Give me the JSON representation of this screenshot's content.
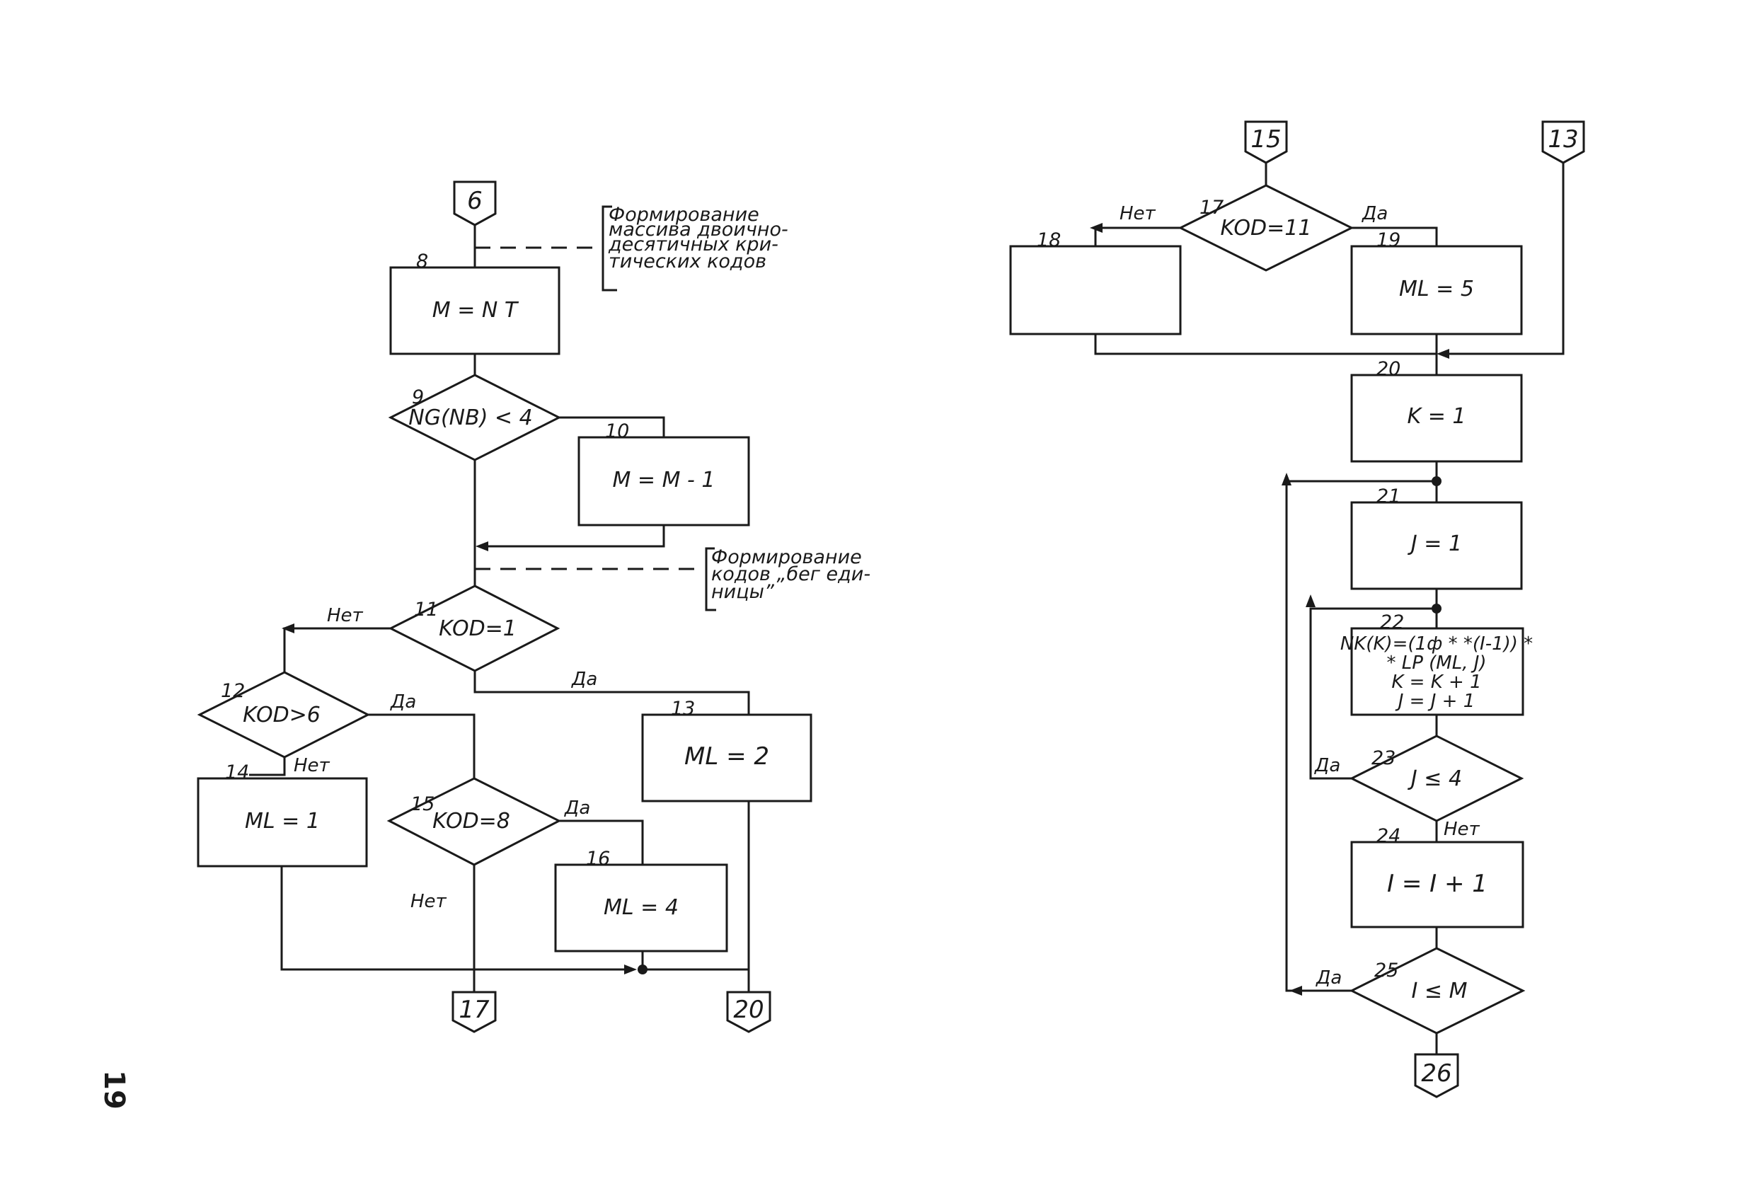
{
  "page_number": "19",
  "connectors": {
    "c6": "6",
    "c17": "17",
    "c20": "20",
    "c15": "15",
    "c13": "13",
    "c26": "26"
  },
  "blocks": {
    "b8": {
      "num": "8",
      "text": "M = N T"
    },
    "b9": {
      "num": "9",
      "text": "NG(NB) < 4"
    },
    "b10": {
      "num": "10",
      "text": "M = M - 1"
    },
    "b11": {
      "num": "11",
      "text": "KOD=1"
    },
    "b12": {
      "num": "12",
      "text": "KOD>6"
    },
    "b13": {
      "num": "13",
      "text": "ML = 2"
    },
    "b14": {
      "num": "14",
      "text": "ML = 1"
    },
    "b15": {
      "num": "15",
      "text": "KOD=8"
    },
    "b16": {
      "num": "16",
      "text": "ML = 4"
    },
    "b17": {
      "num": "17",
      "text": "KOD=11"
    },
    "b18": {
      "num": "18",
      "text": ""
    },
    "b19": {
      "num": "19",
      "text": "ML = 5"
    },
    "b20": {
      "num": "20",
      "text": "K = 1"
    },
    "b21": {
      "num": "21",
      "text": "J = 1"
    },
    "b22": {
      "num": "22",
      "lines": [
        "NK(K)=(1ф * *(I-1)) *",
        "* LP (ML, J)",
        "K = K + 1",
        "J = J + 1"
      ]
    },
    "b23": {
      "num": "23",
      "text": "J ≤ 4"
    },
    "b24": {
      "num": "24",
      "text": "I = I + 1"
    },
    "b25": {
      "num": "25",
      "text": "I ≤ M"
    }
  },
  "branch_labels": {
    "yes": "Да",
    "no": "Нет"
  },
  "notes": {
    "note1": [
      "Формирование",
      "массива двоично-",
      "десятичных кри-",
      "тических кодов"
    ],
    "note2": [
      "Формирование",
      "кодов „бег еди-",
      "ницы”"
    ]
  }
}
